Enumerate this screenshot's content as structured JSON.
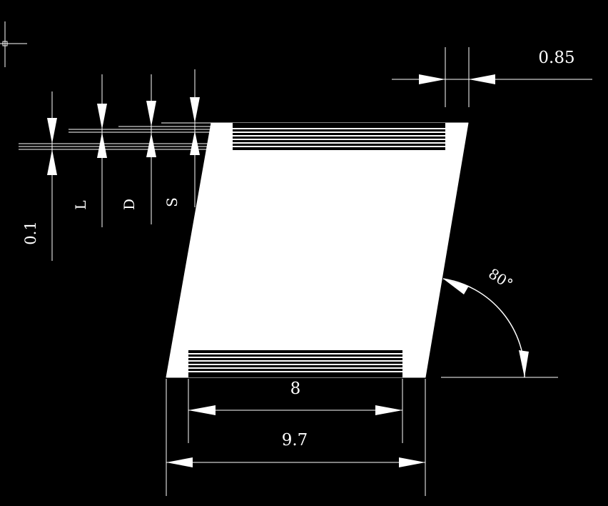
{
  "dimensions": {
    "top_gap": "0.85",
    "bottom_inner": "8",
    "bottom_outer": "9.7",
    "left_offset": "0.1",
    "layer_L": "L",
    "layer_D": "D",
    "layer_S": "S",
    "angle": "80°"
  },
  "colors": {
    "background": "#000000",
    "foreground": "#ffffff"
  },
  "icons": {
    "cursor": "crosshair-cursor-icon"
  }
}
